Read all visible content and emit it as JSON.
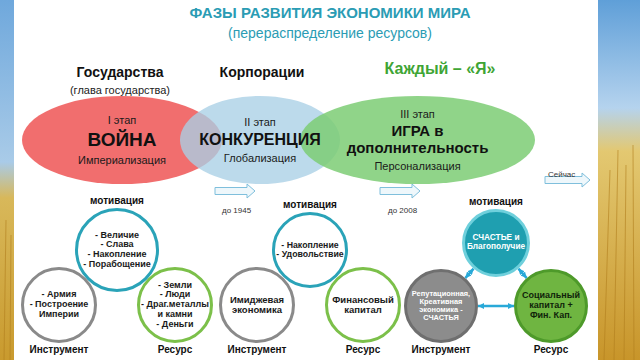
{
  "diagram": {
    "title": "ФАЗЫ РАЗВИТИЯ ЭКОНОМИКИ МИРА",
    "nodes": [
      {
        "text": [
          "I этап",
          "ВОЙНА",
          "Империализация"
        ]
      },
      {
        "text": [
          "II этап",
          "КОНКУРЕНЦИЯ",
          "Глобализация"
        ]
      },
      {
        "text": [
          "III этап",
          "ИГРА в дополнительность",
          "Персонализация"
        ]
      },
      {
        "text": [
          "мотивация",
          "- Величие",
          "- Слава",
          "- Накопление",
          "- Порабощение"
        ]
      },
      {
        "text": [
          "- Армия",
          "- Построение Империи",
          "Инструмент"
        ]
      },
      {
        "text": [
          "- Земли",
          "- Люди",
          "- Драг.металлы и камни",
          "- Деньги",
          "Ресурс"
        ]
      },
      {
        "text": [
          "мотивация",
          "- Накопление",
          "- Удовольствие"
        ]
      },
      {
        "text": [
          "Имиджевая экономика",
          "Инструмент"
        ]
      },
      {
        "text": [
          "Финансовый капитал",
          "Ресурс"
        ]
      },
      {
        "text": [
          "мотивация",
          "СЧАСТЬЕ и Благополучие"
        ]
      },
      {
        "text": [
          "Репутационная, Креативная экономика - СЧАСТЬЯ",
          "Инструмент"
        ]
      },
      {
        "text": [
          "Социальный капитал + Фин. Кап.",
          "Ресурс"
        ]
      }
    ],
    "edges": [
      {
        "from": 9,
        "to": 10,
        "arrow": "both"
      },
      {
        "from": 9,
        "to": 11,
        "arrow": "both"
      },
      {
        "from": 10,
        "to": 11,
        "arrow": "both"
      }
    ],
    "labels": [
      "(перераспределение ресурсов)",
      "Государства",
      "(глава государства)",
      "Корпорации",
      "Каждый – «Я»",
      "до 1945",
      "до 2008",
      "Сейчас"
    ]
  }
}
